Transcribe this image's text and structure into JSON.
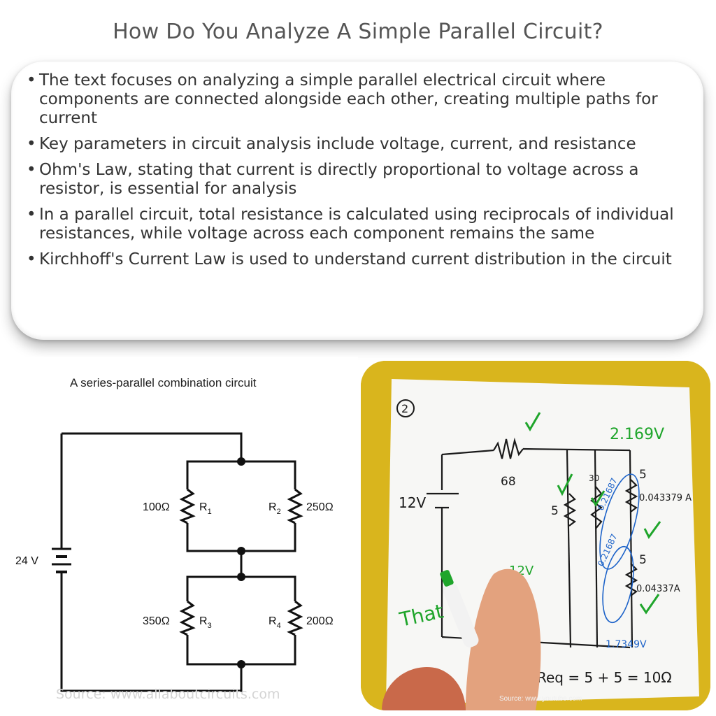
{
  "title": "How Do You Analyze A Simple Parallel Circuit?",
  "bullets": [
    "The text focuses on analyzing a simple parallel electrical circuit where components are connected alongside each other, creating multiple paths for current",
    "Key parameters in circuit analysis include voltage, current, and resistance",
    "Ohm's Law, stating that current is directly proportional to voltage across a resistor, is essential for analysis",
    "In a parallel circuit, total resistance is calculated using reciprocals of individual resistances, while voltage across each component remains the same",
    "Kirchhoff's Current Law is used to understand current distribution in the circuit"
  ],
  "circuit": {
    "title": "A series-parallel combination circuit",
    "battery": "24 V",
    "r1_value": "100Ω",
    "r1_label": "R",
    "r1_sub": "1",
    "r2_value": "250Ω",
    "r2_label": "R",
    "r2_sub": "2",
    "r3_value": "350Ω",
    "r3_label": "R",
    "r3_sub": "3",
    "r4_value": "200Ω",
    "r4_label": "R",
    "r4_sub": "4",
    "source": "Source: www.allaboutcircuits.com"
  },
  "whiteboard": {
    "problem_number": "2",
    "voltage_top": "2.169V",
    "resistor_68": "68",
    "battery": "12V",
    "r_5": "5",
    "r_30": "30",
    "r_5b": "5",
    "current_top": "0.043379 A",
    "r_5c": "5",
    "current_bottom": "0.04337A",
    "branch_a": "0.21687",
    "branch_b": "0.21687",
    "voltage_12": "12V",
    "voltage_bottom": "1.7349V",
    "that": "That",
    "equation": "Req = 5 + 5 = 10Ω",
    "source": "Source: www.youtube.com"
  },
  "colors": {
    "green_marker": "#1fa52b",
    "blue_marker": "#1d63c9",
    "board_frame": "#d9b51d"
  }
}
